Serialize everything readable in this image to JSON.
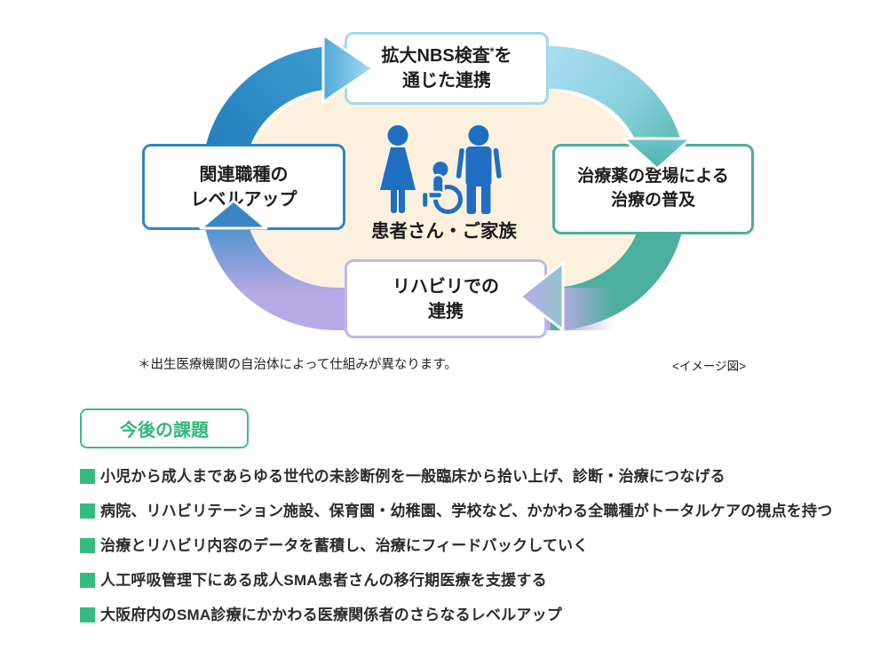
{
  "diagram": {
    "top_box": {
      "line1_pre": "拡大NBS検査",
      "line1_sup": "*",
      "line1_post": "を",
      "line2": "通じた連携"
    },
    "right_box": {
      "line1": "治療薬の登場による",
      "line2": "治療の普及"
    },
    "bottom_box": {
      "line1": "リハビリでの",
      "line2": "連携"
    },
    "left_box": {
      "line1": "関連職種の",
      "line2": "レベルアップ"
    },
    "center_label": "患者さん・ご家族",
    "center_icons": [
      "woman-icon",
      "wheelchair-child-icon",
      "man-icon"
    ],
    "footnote": "＊出生医療機関の自治体によって仕組みが異なります。",
    "caption": "<イメージ図>",
    "colors": {
      "arc_blue": "#2e8cc5",
      "arc_cyan": "#a9dcf0",
      "arc_teal": "#4caf9d",
      "arc_purple": "#b7aae4",
      "arrow_blue": "#3a86c5",
      "inner_oval": "#fcf1de",
      "icon_blue": "#1e6fc2",
      "border_top": "#a3d9ef",
      "border_left": "#2e86c3",
      "border_right": "#4bae9c",
      "border_bottom": "#c3b6e9"
    }
  },
  "challenges": {
    "heading": "今後の課題",
    "accent_green": "#36bb7e",
    "items": [
      "小児から成人まであらゆる世代の未診断例を一般臨床から拾い上げ、診断・治療につなげる",
      "病院、リハビリテーション施設、保育園・幼稚園、学校など、かかわる全職種がトータルケアの視点を持つ",
      "治療とリハビリ内容のデータを蓄積し、治療にフィードバックしていく",
      "人工呼吸管理下にある成人SMA患者さんの移行期医療を支援する",
      "大阪府内のSMA診療にかかわる医療関係者のさらなるレベルアップ"
    ]
  }
}
